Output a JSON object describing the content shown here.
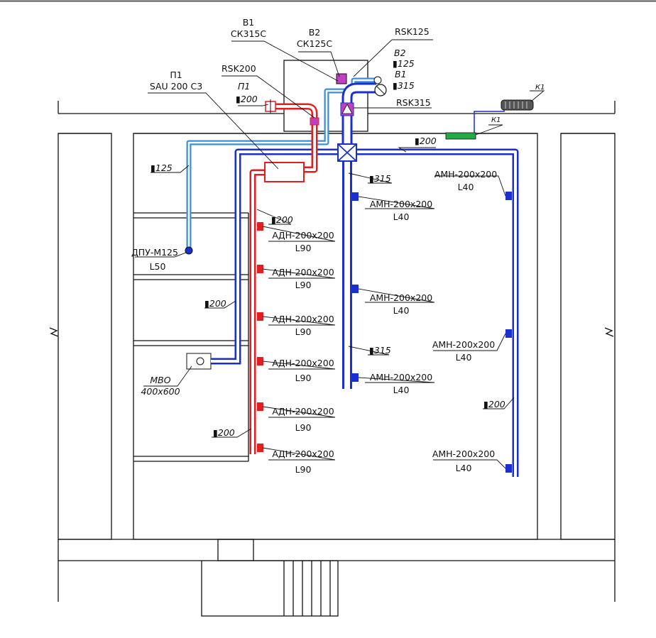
{
  "labels": {
    "b1": "В1",
    "b1_valve": "СК315С",
    "b2": "В2",
    "b2_valve": "СК125С",
    "rsk125": "RSK125",
    "b2_small": "В2",
    "d125_top": "125",
    "b1_small": "В1",
    "d315_top": "315",
    "rsk200": "RSK200",
    "p1": "П1",
    "p1_unit": "SAU 200 C3",
    "p1_small": "П1",
    "d200_p1": "200",
    "rsk315": "RSK315",
    "k1_top": "К1",
    "k1_mid": "К1",
    "d200_topright": "200",
    "d125_left": "125",
    "d315_a": "315",
    "d200_red": "200",
    "dpu": "ДПУ-М125",
    "dpu_len": "L50",
    "d200_blue_left": "200",
    "mvo": "МВО",
    "mvo_size": "400x600",
    "d315_b": "315",
    "d200_right": "200",
    "d200_red_low": "200"
  },
  "adn": [
    {
      "name": "АДН-200x200",
      "len": "L90"
    },
    {
      "name": "АДН-200x200",
      "len": "L90"
    },
    {
      "name": "АДН-200x200",
      "len": "L90"
    },
    {
      "name": "АДН-200x200",
      "len": "L90"
    },
    {
      "name": "АДН-200x200",
      "len": "L90"
    },
    {
      "name": "АДН-200x200",
      "len": "L90"
    }
  ],
  "amn": [
    {
      "name": "АМН-200x200",
      "len": "L40"
    },
    {
      "name": "АМН-200x200",
      "len": "L40"
    },
    {
      "name": "АМН-200x200",
      "len": "L40"
    },
    {
      "name": "АМН-200x200",
      "len": "L40"
    },
    {
      "name": "АМН-200x200",
      "len": "L40"
    },
    {
      "name": "АМН-200x200",
      "len": "L40"
    }
  ],
  "colors": {
    "supply_duct": "#e02020",
    "exhaust_duct": "#1a2fd0",
    "exhaust_small_duct": "#3a8fd8",
    "walls": "#111111",
    "condenser": "#22aa44",
    "fitting": "#c040c0"
  }
}
